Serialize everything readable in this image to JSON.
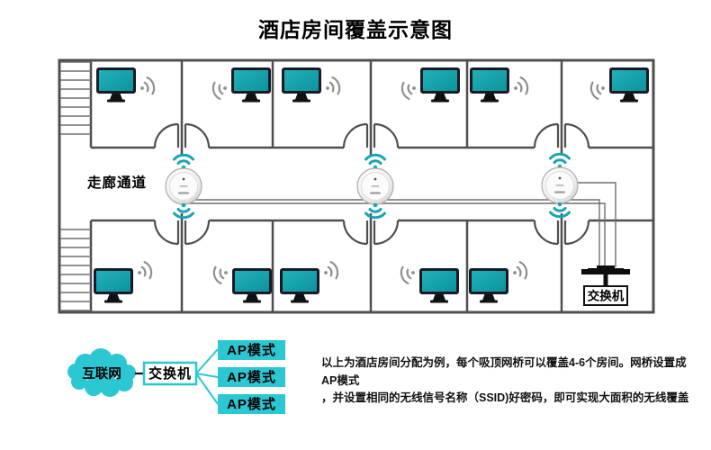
{
  "title": "酒店房间覆盖示意图",
  "floor_plan": {
    "corridor_label": "走廊通道",
    "switch_label": "交换机"
  },
  "topology": {
    "internet_label": "互联网",
    "switch_label": "交换机",
    "ap_modes": [
      "AP模式",
      "AP模式",
      "AP模式"
    ]
  },
  "description": {
    "line1": "以上为酒店房间分配为例，每个吸顶网桥可以覆盖4-6个房间。网桥设置成AP模式",
    "line2": "，并设置相同的无线信号名称（SSID)好密码，即可实现大面积的无线覆盖"
  },
  "colors": {
    "teal_accent": "#2bc7d2",
    "wifi_teal": "#18a4b0",
    "wall_gray": "#4f4f4f",
    "monitor_screen_teal": "#129aa4",
    "device_black": "#0d0d0d"
  },
  "icons": {
    "internet_cloud": "scalloped-cloud-shape",
    "ceiling_ap": "round-ceiling-bridge-device",
    "wifi_signal": "dot-with-two-arcs",
    "tv_monitor": "teal-screen-monitor",
    "switch_device": "black-bracket-with-stem",
    "staircase": "parallel-rung-lines"
  }
}
